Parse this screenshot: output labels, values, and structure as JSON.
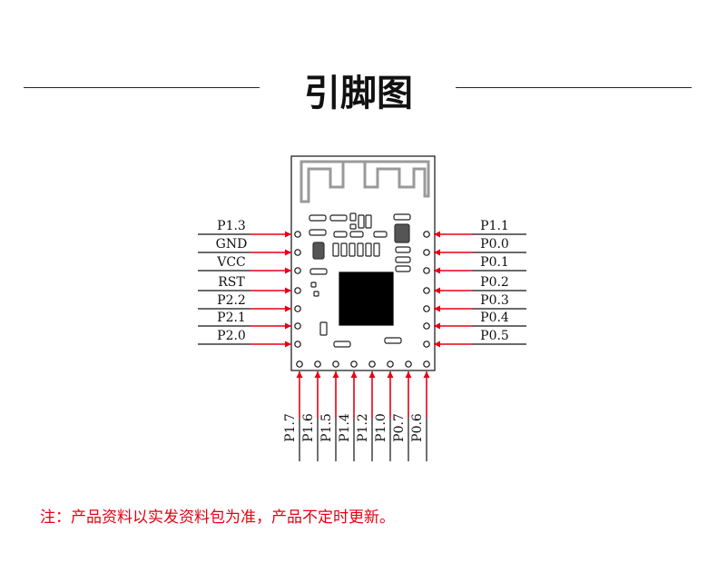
{
  "title": "引脚图",
  "note": "注：产品资料以实发资料包为准，产品不定时更新。",
  "colors": {
    "arrow": "#e60012",
    "note": "#e60012",
    "line": "#111111"
  },
  "pins": {
    "left": [
      "P1.3",
      "GND",
      "VCC",
      "RST",
      "P2.2",
      "P2.1",
      "P2.0"
    ],
    "right": [
      "P1.1",
      "P0.0",
      "P0.1",
      "P0.2",
      "P0.3",
      "P0.4",
      "P0.5"
    ],
    "bottom": [
      "P1.7",
      "P1.6",
      "P1.5",
      "P1.4",
      "P1.2",
      "P1.0",
      "P0.7",
      "P0.6"
    ]
  }
}
